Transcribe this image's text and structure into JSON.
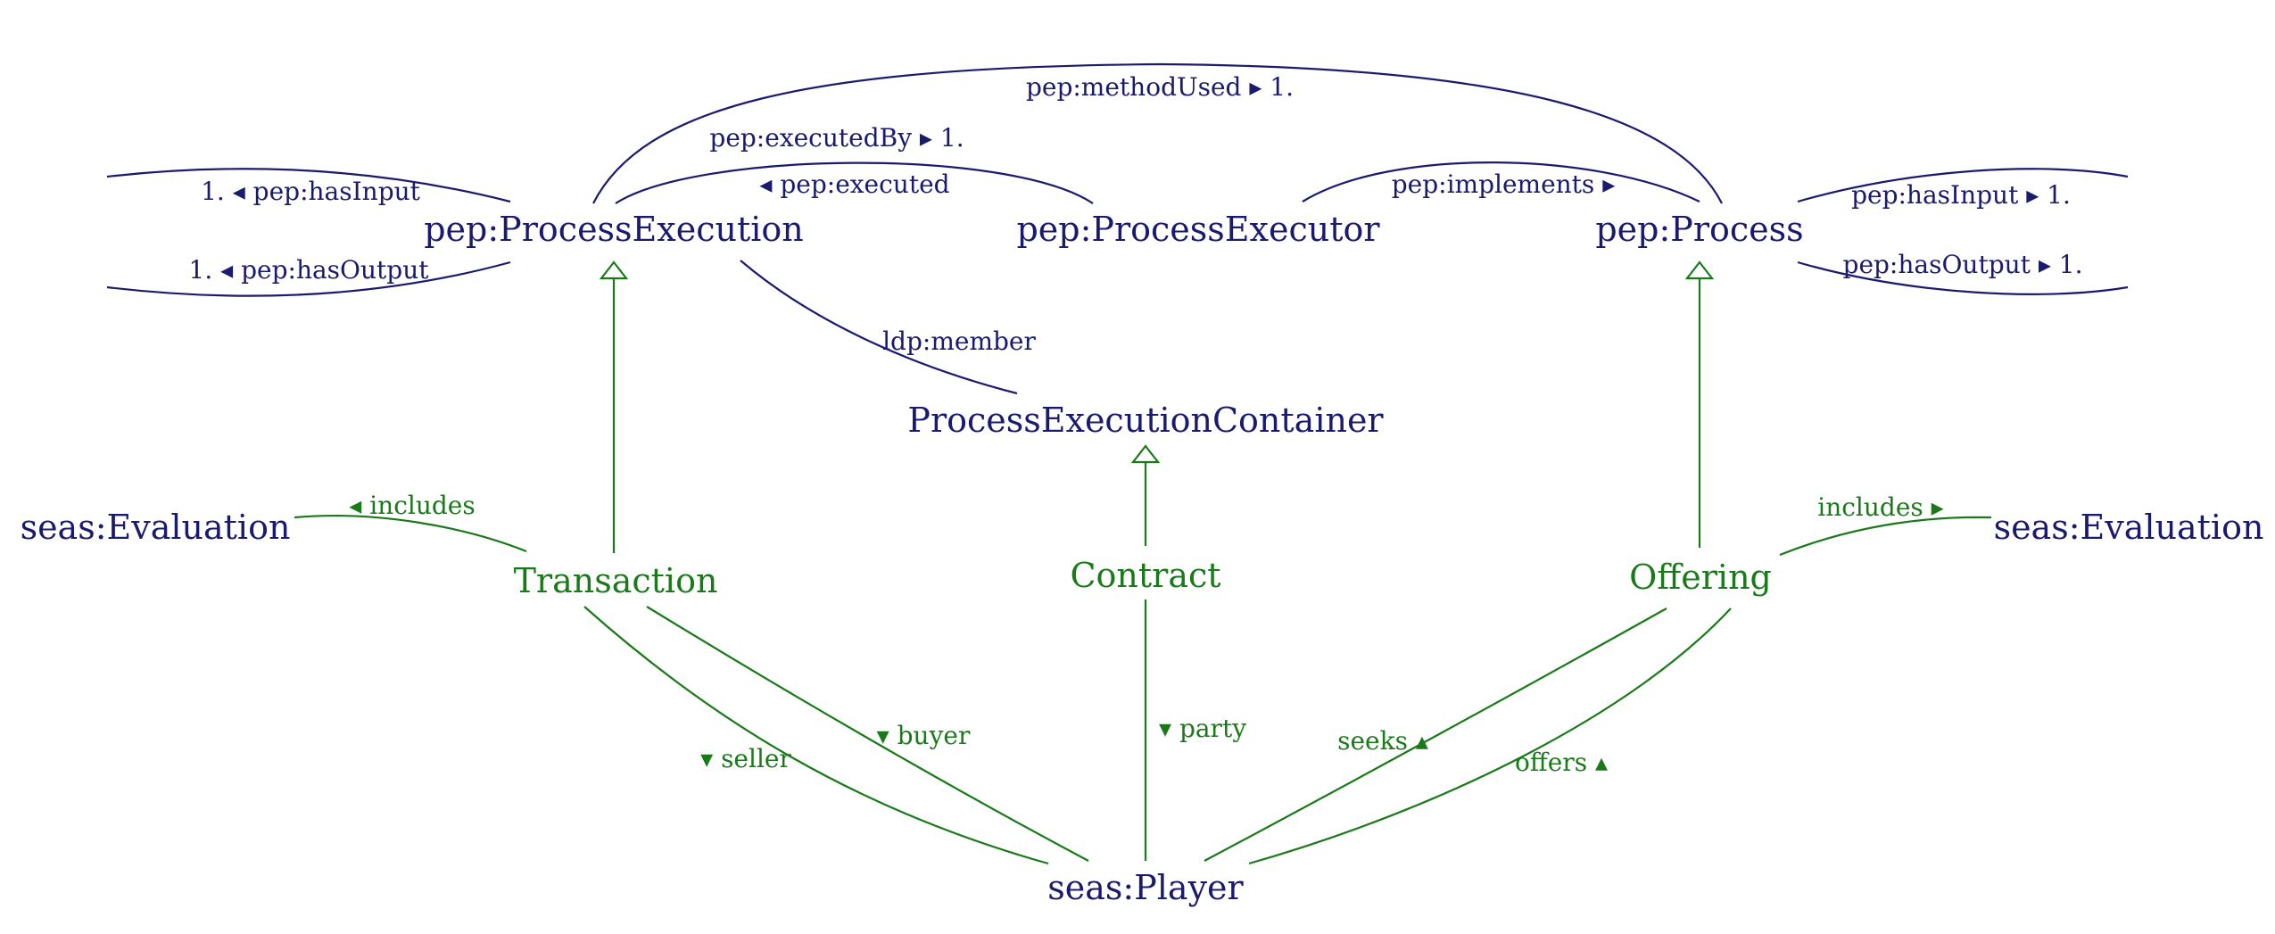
{
  "colors": {
    "pep": "#1a1a6e",
    "custom": "#1a7a1a",
    "background": "#ffffff"
  },
  "nodes": {
    "process_execution": "pep:ProcessExecution",
    "process_executor": "pep:ProcessExecutor",
    "process": "pep:Process",
    "container": "ProcessExecutionContainer",
    "evaluation_left": "seas:Evaluation",
    "evaluation_right": "seas:Evaluation",
    "transaction": "Transaction",
    "contract": "Contract",
    "offering": "Offering",
    "player": "seas:Player"
  },
  "edge_labels": {
    "method_used": "pep:methodUsed ▸ 1.",
    "executed_by": "pep:executedBy ▸ 1.",
    "executed": "◂ pep:executed",
    "implements": "pep:implements ▸",
    "pe_has_input": "1. ◂ pep:hasInput",
    "pe_has_output": "1. ◂ pep:hasOutput",
    "p_has_input": "pep:hasInput ▸ 1.",
    "p_has_output": "pep:hasOutput ▸ 1.",
    "ldp_member": "ldp:member",
    "includes_left": "◂ includes",
    "includes_right": "includes ▸",
    "seller": "▾ seller",
    "buyer": "▾ buyer",
    "party": "▾ party",
    "seeks": "seeks ▴",
    "offers": "offers ▴"
  }
}
